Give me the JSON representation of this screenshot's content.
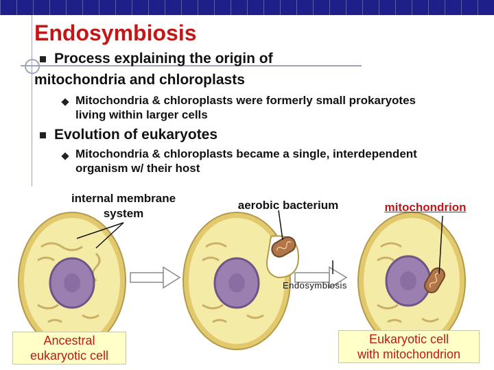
{
  "title": "Endosymbiosis",
  "bullets": [
    {
      "text_line1": "Process explaining the origin of",
      "text_line2": "mitochondria and chloroplasts",
      "sub_line1": "Mitochondria & chloroplasts were formerly small prokaryotes",
      "sub_line2": "living within larger cells"
    },
    {
      "text": "Evolution of eukaryotes",
      "sub_line1": "Mitochondria & chloroplasts became a  single, interdependent",
      "sub_line2": "organism w/ their host"
    }
  ],
  "diagram": {
    "label_membrane_line1": "internal membrane",
    "label_membrane_line2": "system",
    "label_bacterium": "aerobic bacterium",
    "label_mitochondrion": "mitochondrion",
    "label_process": "Endosymbiosis",
    "caption_left_line1": "Ancestral",
    "caption_left_line2": "eukaryotic cell",
    "caption_right_line1": "Eukaryotic cell",
    "caption_right_line2": "with mitochondrion"
  },
  "colors": {
    "title": "#c01818",
    "header_bar": "#1f1f8a",
    "cytoplasm": "#f4eba6",
    "membrane": "#e3c96e",
    "nucleus": "#9a7fb0",
    "mitochondrion": "#b0764a",
    "caption_bg": "#ffffc8"
  }
}
